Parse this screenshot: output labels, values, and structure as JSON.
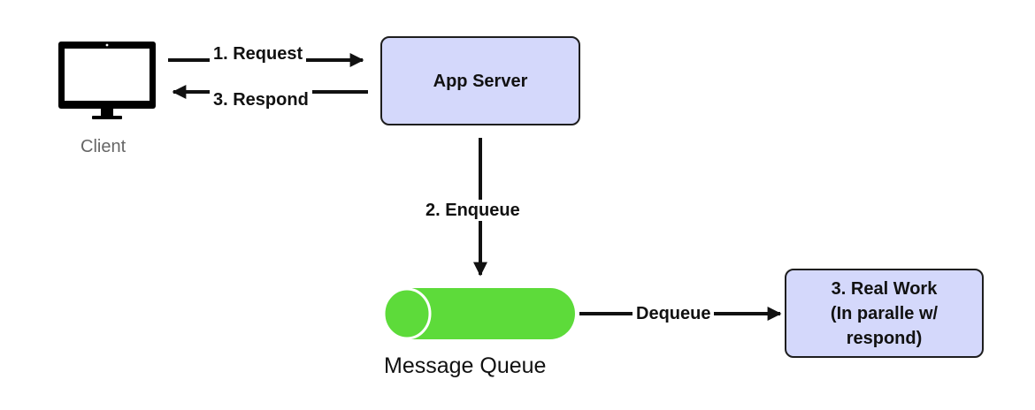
{
  "nodes": {
    "app_server": "App Server",
    "client": "Client",
    "message_queue": "Message Queue",
    "real_work": {
      "line1": "3. Real Work",
      "line2": "(In paralle w/",
      "line3": "respond)"
    }
  },
  "edges": {
    "request": "1. Request",
    "respond": "3. Respond",
    "enqueue": "2. Enqueue",
    "dequeue": "Dequeue"
  },
  "colors": {
    "box_fill": "#d4d8fb",
    "queue_fill": "#5ddb3a",
    "stroke": "#111111"
  },
  "icons": {
    "client": "monitor-icon",
    "queue": "cylinder-queue-icon"
  }
}
